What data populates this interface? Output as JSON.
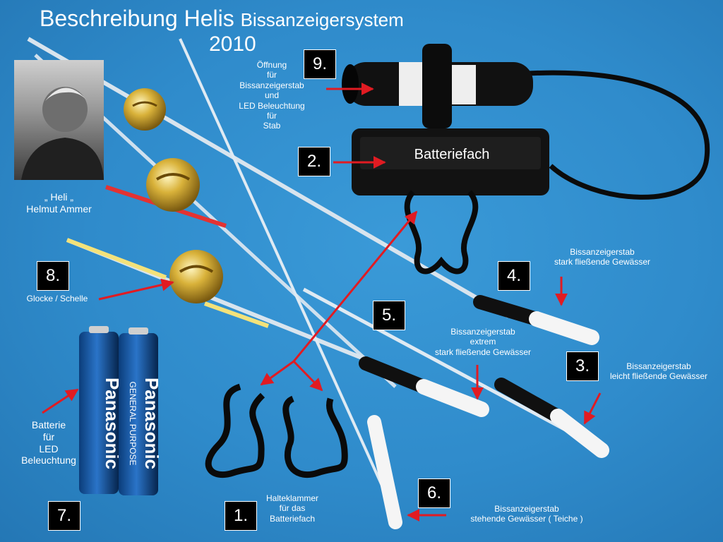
{
  "title": {
    "main": "Beschreibung Helis ",
    "sub": "Bissanzeigersystem",
    "year": "2010"
  },
  "person": {
    "nickname": "„ Heli „",
    "name": "Helmut Ammer"
  },
  "numbers": {
    "n1": "1.",
    "n2": "2.",
    "n3": "3.",
    "n4": "4.",
    "n5": "5.",
    "n6": "6.",
    "n7": "7.",
    "n8": "8.",
    "n9": "9."
  },
  "labels": {
    "opening": "Öffnung\nfür\nBissanzeigerstab\nund\nLED Beleuchtung\nfür\nStab",
    "battery_compartment": "Batteriefach",
    "rod_strong": "Bissanzeigerstab\nstark fließende Gewässer",
    "rod_extreme": "Bissanzeigerstab\nextrem\nstark fließende Gewässer",
    "rod_light": "Bissanzeigerstab\nleicht fließende Gewässer",
    "rod_standing": "Bissanzeigerstab\nstehende Gewässer ( Teiche )",
    "bell": "Glocke / Schelle",
    "battery": "Batterie\nfür\nLED\nBeleuchtung",
    "clips": "Halteklammer\nfür das\nBatteriefach"
  },
  "battery_brand": {
    "brand": "Panasonic",
    "variant": "GENERAL PURPOSE"
  },
  "colors": {
    "background": "#2f8bcb",
    "arrow": "#e11b22",
    "box": "#000000",
    "text": "#ffffff"
  }
}
